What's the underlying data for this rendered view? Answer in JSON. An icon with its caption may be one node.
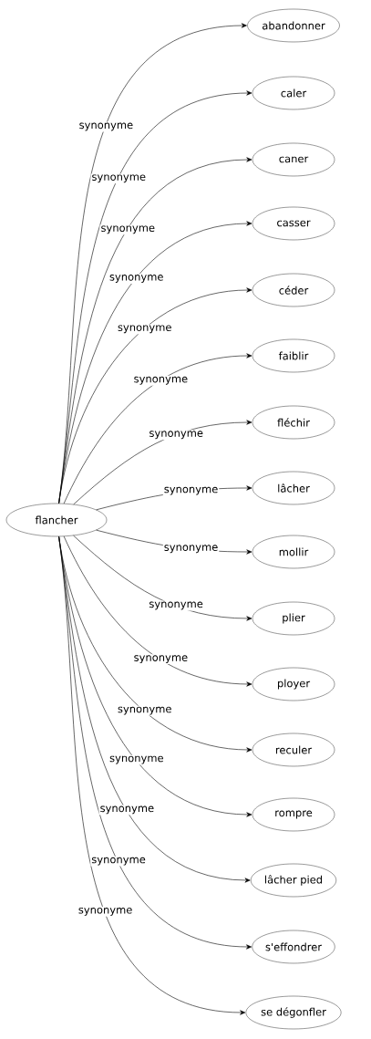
{
  "diagram": {
    "nodes": [
      {
        "text": [
          "flancher"
        ]
      },
      {
        "text": [
          "abandonner"
        ]
      },
      {
        "text": [
          "caler"
        ]
      },
      {
        "text": [
          "caner"
        ]
      },
      {
        "text": [
          "casser"
        ]
      },
      {
        "text": [
          "céder"
        ]
      },
      {
        "text": [
          "faiblir"
        ]
      },
      {
        "text": [
          "fléchir"
        ]
      },
      {
        "text": [
          "lâcher"
        ]
      },
      {
        "text": [
          "mollir"
        ]
      },
      {
        "text": [
          "plier"
        ]
      },
      {
        "text": [
          "ployer"
        ]
      },
      {
        "text": [
          "reculer"
        ]
      },
      {
        "text": [
          "rompre"
        ]
      },
      {
        "text": [
          "lâcher pied"
        ]
      },
      {
        "text": [
          "s'effondrer"
        ]
      },
      {
        "text": [
          "se dégonfler"
        ]
      }
    ],
    "edges": [
      {
        "from": 0,
        "to": 1,
        "arrow": "to",
        "label": "synonyme"
      },
      {
        "from": 0,
        "to": 2,
        "arrow": "to",
        "label": "synonyme"
      },
      {
        "from": 0,
        "to": 3,
        "arrow": "to",
        "label": "synonyme"
      },
      {
        "from": 0,
        "to": 4,
        "arrow": "to",
        "label": "synonyme"
      },
      {
        "from": 0,
        "to": 5,
        "arrow": "to",
        "label": "synonyme"
      },
      {
        "from": 0,
        "to": 6,
        "arrow": "to",
        "label": "synonyme"
      },
      {
        "from": 0,
        "to": 7,
        "arrow": "to",
        "label": "synonyme"
      },
      {
        "from": 0,
        "to": 8,
        "arrow": "to",
        "label": "synonyme"
      },
      {
        "from": 0,
        "to": 9,
        "arrow": "to",
        "label": "synonyme"
      },
      {
        "from": 0,
        "to": 10,
        "arrow": "to",
        "label": "synonyme"
      },
      {
        "from": 0,
        "to": 11,
        "arrow": "to",
        "label": "synonyme"
      },
      {
        "from": 0,
        "to": 12,
        "arrow": "to",
        "label": "synonyme"
      },
      {
        "from": 0,
        "to": 13,
        "arrow": "to",
        "label": "synonyme"
      },
      {
        "from": 0,
        "to": 14,
        "arrow": "to",
        "label": "synonyme"
      },
      {
        "from": 0,
        "to": 15,
        "arrow": "to",
        "label": "synonyme"
      },
      {
        "from": 0,
        "to": 16,
        "arrow": "to",
        "label": "synonyme"
      }
    ]
  }
}
